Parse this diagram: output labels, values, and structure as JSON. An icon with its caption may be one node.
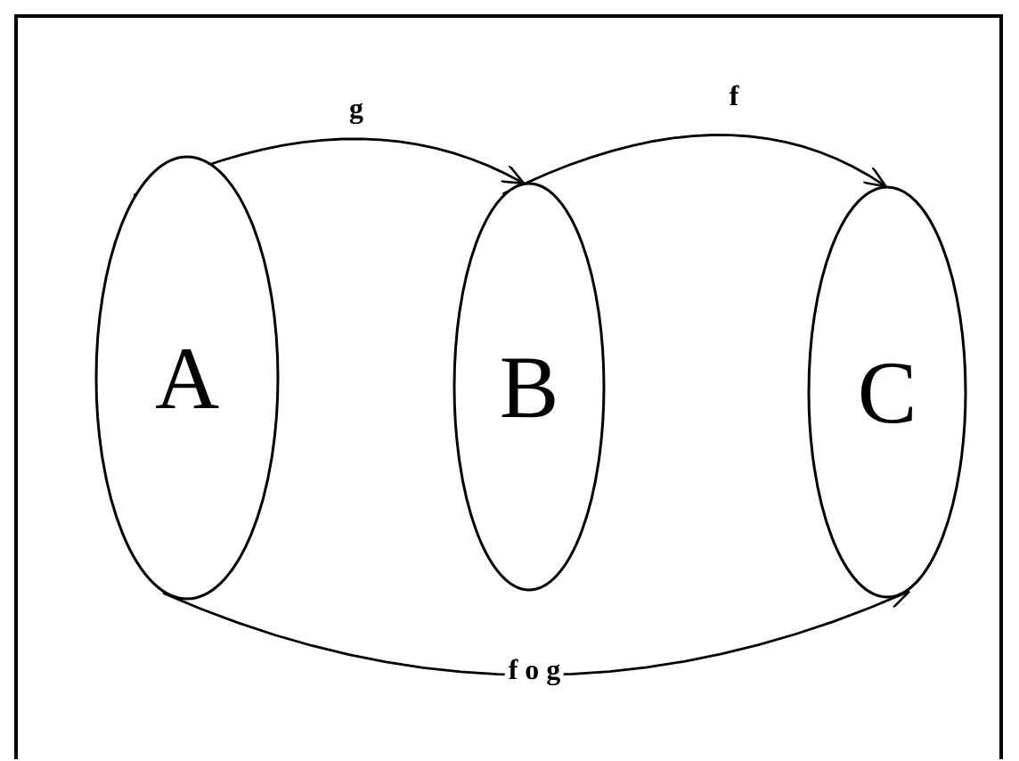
{
  "diagram": {
    "nodes": [
      {
        "text": [
          "A"
        ]
      },
      {
        "text": [
          "B"
        ]
      },
      {
        "text": [
          "C"
        ]
      }
    ],
    "edges": [
      {
        "from": 0,
        "to": 1,
        "arrow": "to",
        "label": "g"
      },
      {
        "from": 1,
        "to": 2,
        "arrow": "to",
        "label": "f"
      },
      {
        "from": 0,
        "to": 2,
        "arrow": "to",
        "label": "f o g"
      }
    ]
  }
}
